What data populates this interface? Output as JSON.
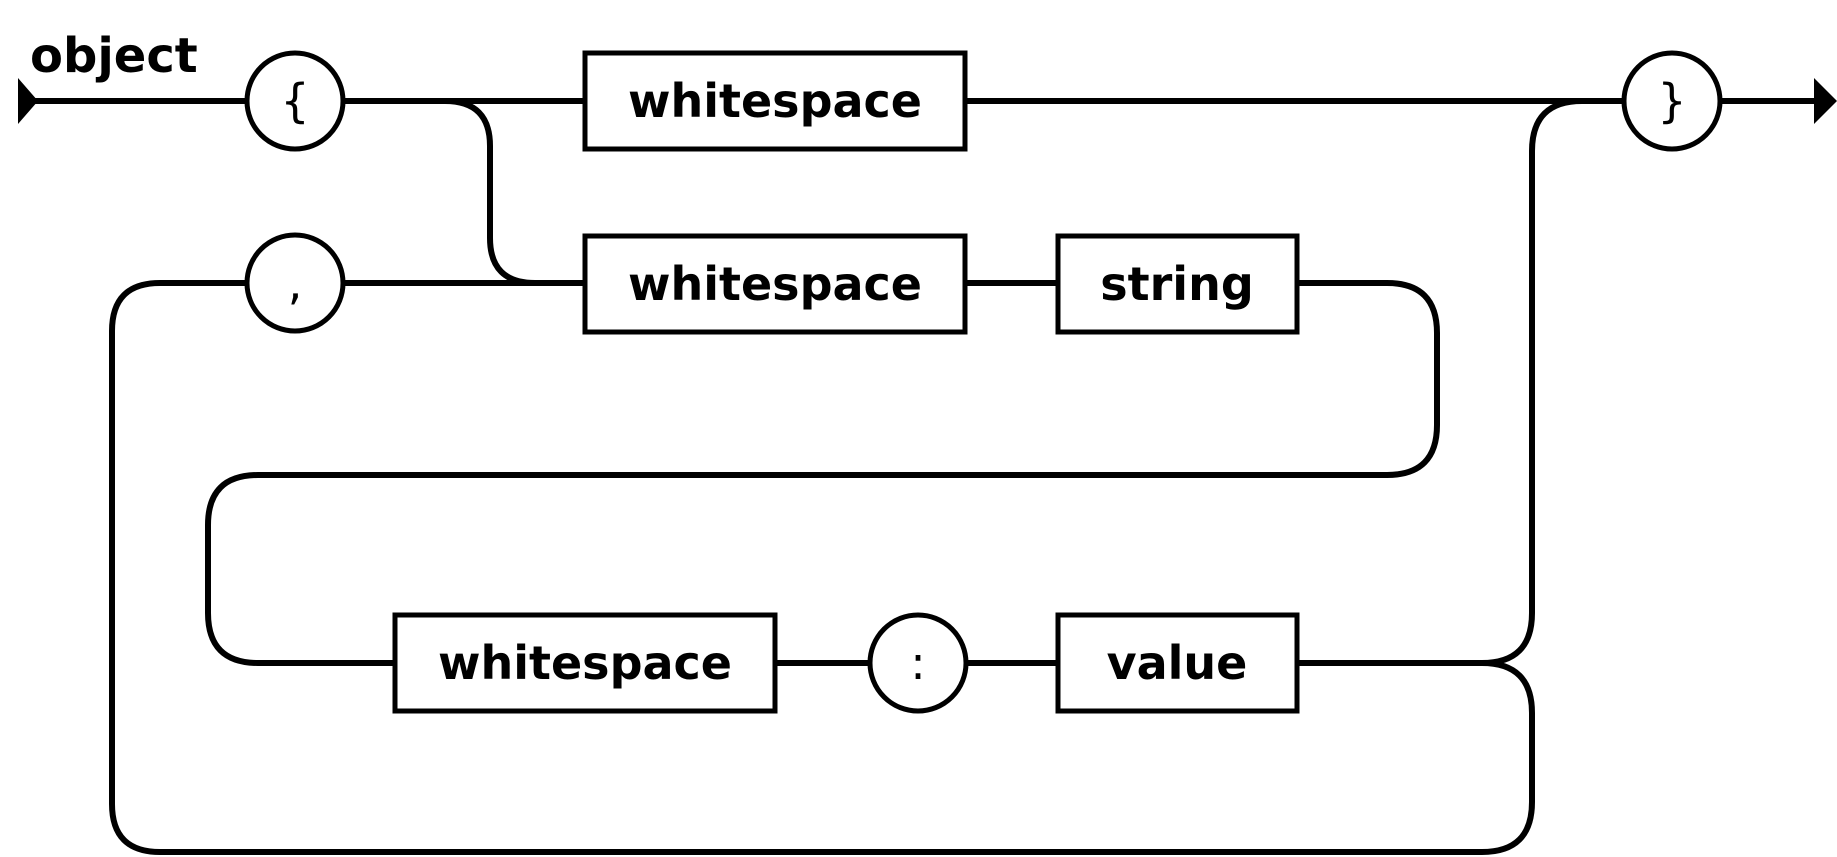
{
  "title": "object",
  "terminals": {
    "open_brace": "{",
    "comma": ",",
    "colon": ":",
    "close_brace": "}"
  },
  "nonterminals": {
    "whitespace_empty": "whitespace",
    "whitespace_before_key": "whitespace",
    "key_string": "string",
    "whitespace_before_colon": "whitespace",
    "member_value": "value"
  },
  "colors": {
    "line": "#000000",
    "fill": "#ffffff"
  }
}
